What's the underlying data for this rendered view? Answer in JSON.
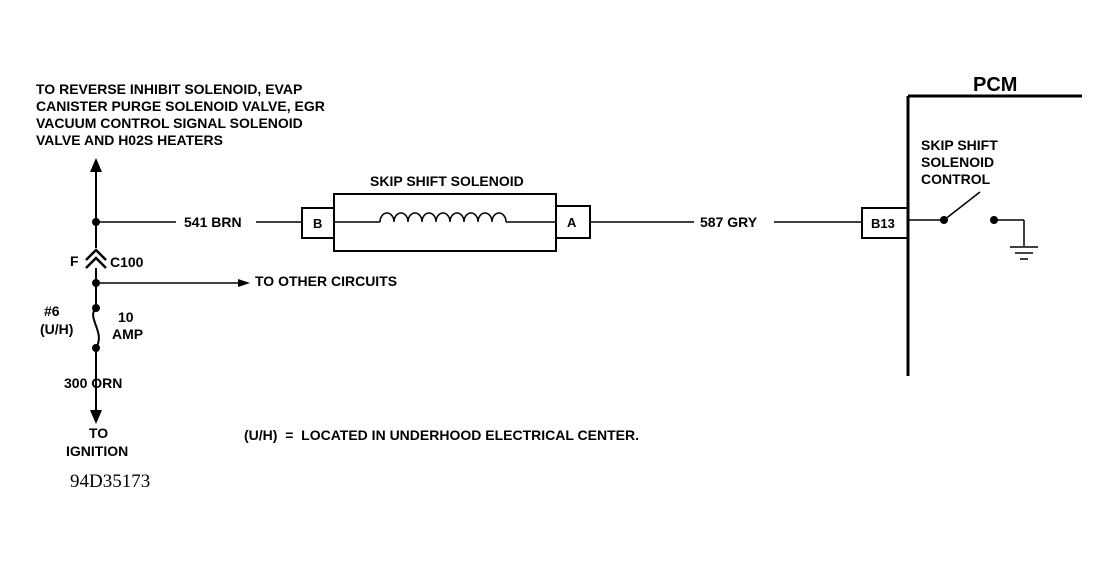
{
  "labels": {
    "to_reverse": [
      "TO REVERSE INHIBIT SOLENOID, EVAP",
      "CANISTER PURGE SOLENOID VALVE, EGR",
      "VACUUM CONTROL SIGNAL SOLENOID",
      "VALVE AND H02S HEATERS"
    ],
    "wire_541": "541 BRN",
    "connector_f": "F",
    "connector_c100": "C100",
    "to_other_circuits": "TO OTHER CIRCUITS",
    "fuse_number": "#6",
    "fuse_location": "(U/H)",
    "fuse_rating": [
      "10",
      "AMP"
    ],
    "wire_300": "300 ORN",
    "to_ignition": [
      "TO",
      "IGNITION"
    ],
    "diagram_id": "94D35173",
    "solenoid_title": "SKIP SHIFT SOLENOID",
    "pin_b": "B",
    "pin_a": "A",
    "wire_587": "587 GRY",
    "pin_b13": "B13",
    "pcm": "PCM",
    "pcm_control": [
      "SKIP SHIFT",
      "SOLENOID",
      "CONTROL"
    ],
    "note": "(U/H)  =  LOCATED IN UNDERHOOD ELECTRICAL CENTER."
  }
}
